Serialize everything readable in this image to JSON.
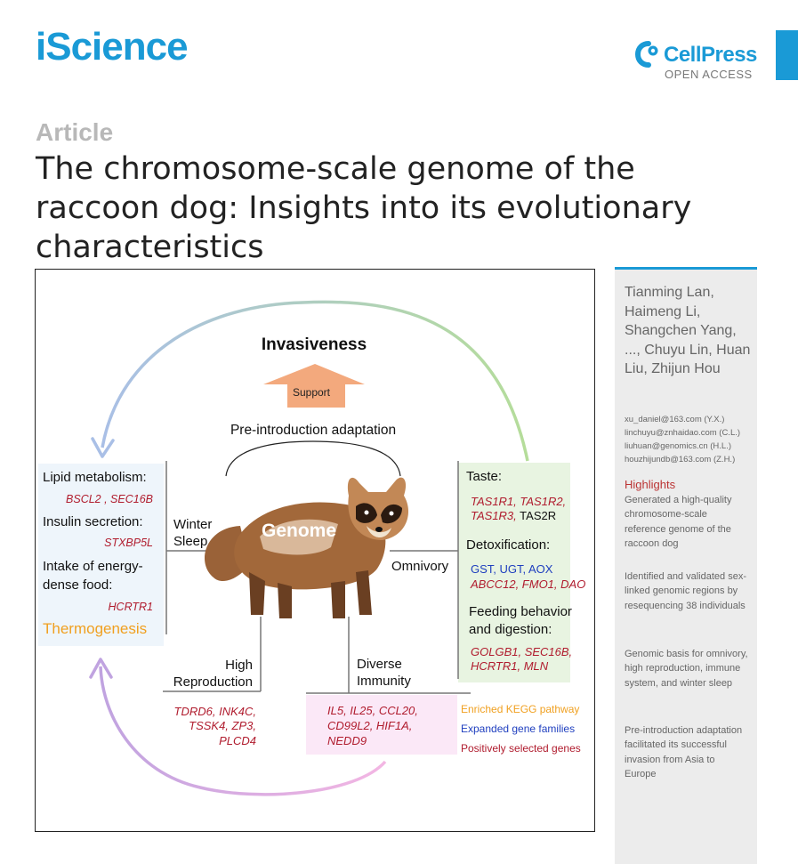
{
  "header": {
    "journal": "iScience",
    "publisher": "CellPress",
    "access": "OPEN ACCESS"
  },
  "article": {
    "type": "Article",
    "title": "The chromosome-scale genome of the raccoon dog: Insights into its evolutionary characteristics"
  },
  "sidebar": {
    "authors": "Tianming Lan, Haimeng Li, Shangchen Yang, ..., Chuyu Lin, Huan Liu, Zhijun Hou",
    "emails": [
      "xu_daniel@163.com (Y.X.)",
      "linchuyu@znhaidao.com (C.L.)",
      "liuhuan@genomics.cn (H.L.)",
      "houzhijundb@163.com (Z.H.)"
    ],
    "highlights_heading": "Highlights",
    "highlights": [
      "Generated a high-quality chromosome-scale reference genome of the raccoon dog",
      "Identified and validated sex-linked genomic regions by resequencing 38 individuals",
      "Genomic basis for omnivory, high reproduction, immune system, and winter sleep",
      "Pre-introduction adaptation facilitated its successful invasion from Asia to Europe"
    ]
  },
  "figure": {
    "invasiveness": "Invasiveness",
    "support": "Support",
    "pre_intro": "Pre-introduction adaptation",
    "genome": "Genome",
    "winter": "Winter",
    "sleep": "Sleep",
    "omnivory": "Omnivory",
    "high": "High",
    "reproduction": "Reproduction",
    "diverse": "Diverse",
    "immunity": "Immunity",
    "lipid": "Lipid metabolism:",
    "lipid_genes": "BSCL2 , SEC16B",
    "insulin": "Insulin secretion:",
    "insulin_genes": "STXBP5L",
    "intake1": "Intake of energy-",
    "intake2": "dense food:",
    "intake_genes": "HCRTR1",
    "thermogenesis": "Thermogenesis",
    "taste": "Taste:",
    "taste_l1a": "TAS1R1, TAS1R2,",
    "taste_l2a": "TAS1R3,",
    "taste_l2b": "TAS2R",
    "detox": "Detoxification:",
    "detox_l1": "GST, UGT, AOX",
    "detox_l2": "ABCC12, FMO1, DAO",
    "feeding1": "Feeding behavior",
    "feeding2": "and digestion:",
    "feed_genes1": "GOLGB1, SEC16B,",
    "feed_genes2": "HCRTR1, MLN",
    "repro_genes1": "TDRD6, INK4C,",
    "repro_genes2": "TSSK4, ZP3,",
    "repro_genes3": "PLCD4",
    "imm_genes1": "IL5, IL25, CCL20,",
    "imm_genes2": "CD99L2, HIF1A,",
    "imm_genes3": "NEDD9",
    "legend_kegg": "Enriched KEGG pathway",
    "legend_expanded": "Expanded gene families",
    "legend_positive": "Positively selected genes"
  },
  "colors": {
    "brand": "#1a9ad6",
    "gene_red": "#b01c2e",
    "gene_blue": "#1f3fbf",
    "kegg_orange": "#f0a020",
    "support_arrow": "#f3a97d",
    "left_panel": "#eef5fb",
    "right_panel": "#e8f4e1",
    "immunity_panel": "#fbe8f7"
  }
}
